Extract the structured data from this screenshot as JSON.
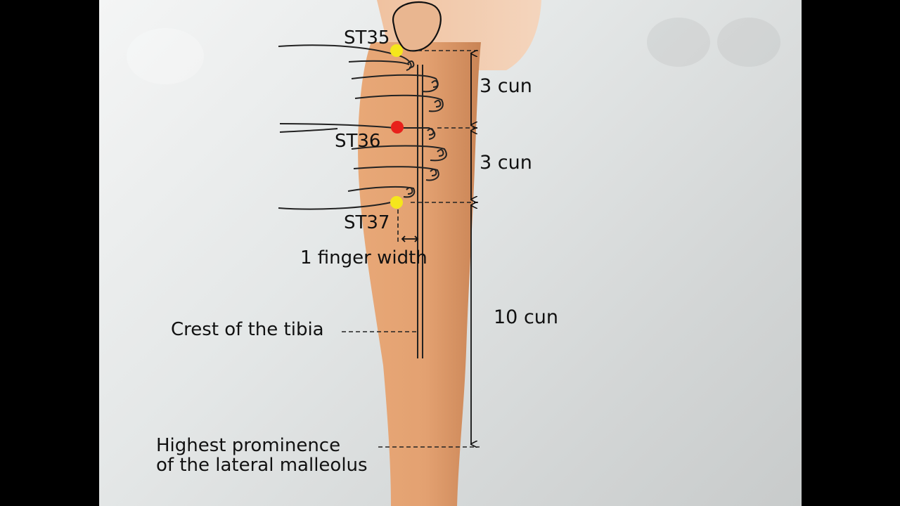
{
  "points": {
    "st35": {
      "label": "ST35",
      "color": "#f5e61c"
    },
    "st36": {
      "label": "ST36",
      "color": "#e8211b"
    },
    "st37": {
      "label": "ST37",
      "color": "#f5e61c"
    }
  },
  "measurements": {
    "upper": "3 cun",
    "middle": "3 cun",
    "lower": "10 cun",
    "finger_width": "1 finger width"
  },
  "landmarks": {
    "tibia_crest": "Crest of the tibia",
    "malleolus_line1": "Highest prominence",
    "malleolus_line2": "of the lateral malleolus"
  },
  "colors": {
    "skin": "#e2a070",
    "skin_shadow": "#c98455",
    "background": "#e4e7e7",
    "frame": "#000000"
  }
}
